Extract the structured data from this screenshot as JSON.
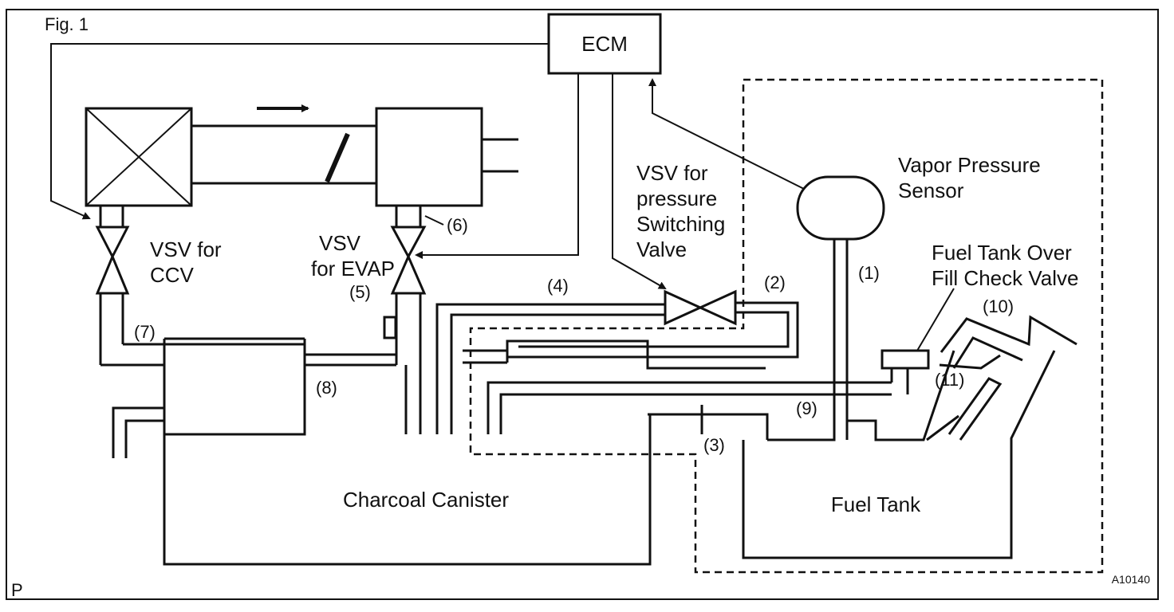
{
  "figure": {
    "label": "Fig. 1",
    "corner_mark": "P",
    "code": "A10140"
  },
  "components": {
    "ecm": "ECM",
    "vsv_ccv_line1": "VSV for",
    "vsv_ccv_line2": "CCV",
    "vsv_evap_line1": "VSV",
    "vsv_evap_line2": "for EVAP",
    "vsv_psv_line1": "VSV for",
    "vsv_psv_line2": "pressure",
    "vsv_psv_line3": "Switching",
    "vsv_psv_line4": "Valve",
    "vapor_sensor_line1": "Vapor Pressure",
    "vapor_sensor_line2": "Sensor",
    "check_valve_line1": "Fuel Tank Over",
    "check_valve_line2": "Fill Check Valve",
    "canister": "Charcoal Canister",
    "fuel_tank": "Fuel Tank"
  },
  "callouts": {
    "c1": "(1)",
    "c2": "(2)",
    "c3": "(3)",
    "c4": "(4)",
    "c5": "(5)",
    "c6": "(6)",
    "c7": "(7)",
    "c8": "(8)",
    "c9": "(9)",
    "c10": "(10)",
    "c11": "(11)"
  }
}
